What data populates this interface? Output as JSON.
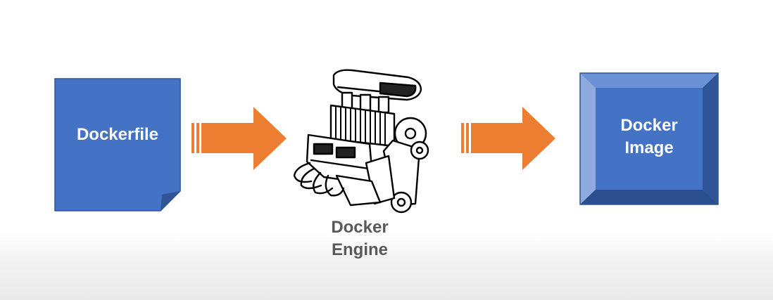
{
  "nodes": {
    "dockerfile": {
      "label": "Dockerfile"
    },
    "engine": {
      "label": "Docker\nEngine"
    },
    "image": {
      "label": "Docker\nImage"
    }
  },
  "colors": {
    "blue": "#4472C4",
    "blue_dark": "#2F5597",
    "blue_light": "#8FAADC",
    "orange": "#ED7D31",
    "engine_text": "#595959"
  },
  "icons": {
    "document": "document-icon",
    "engine": "engine-icon",
    "arrow": "arrow-right-icon",
    "cube": "cube-icon"
  }
}
